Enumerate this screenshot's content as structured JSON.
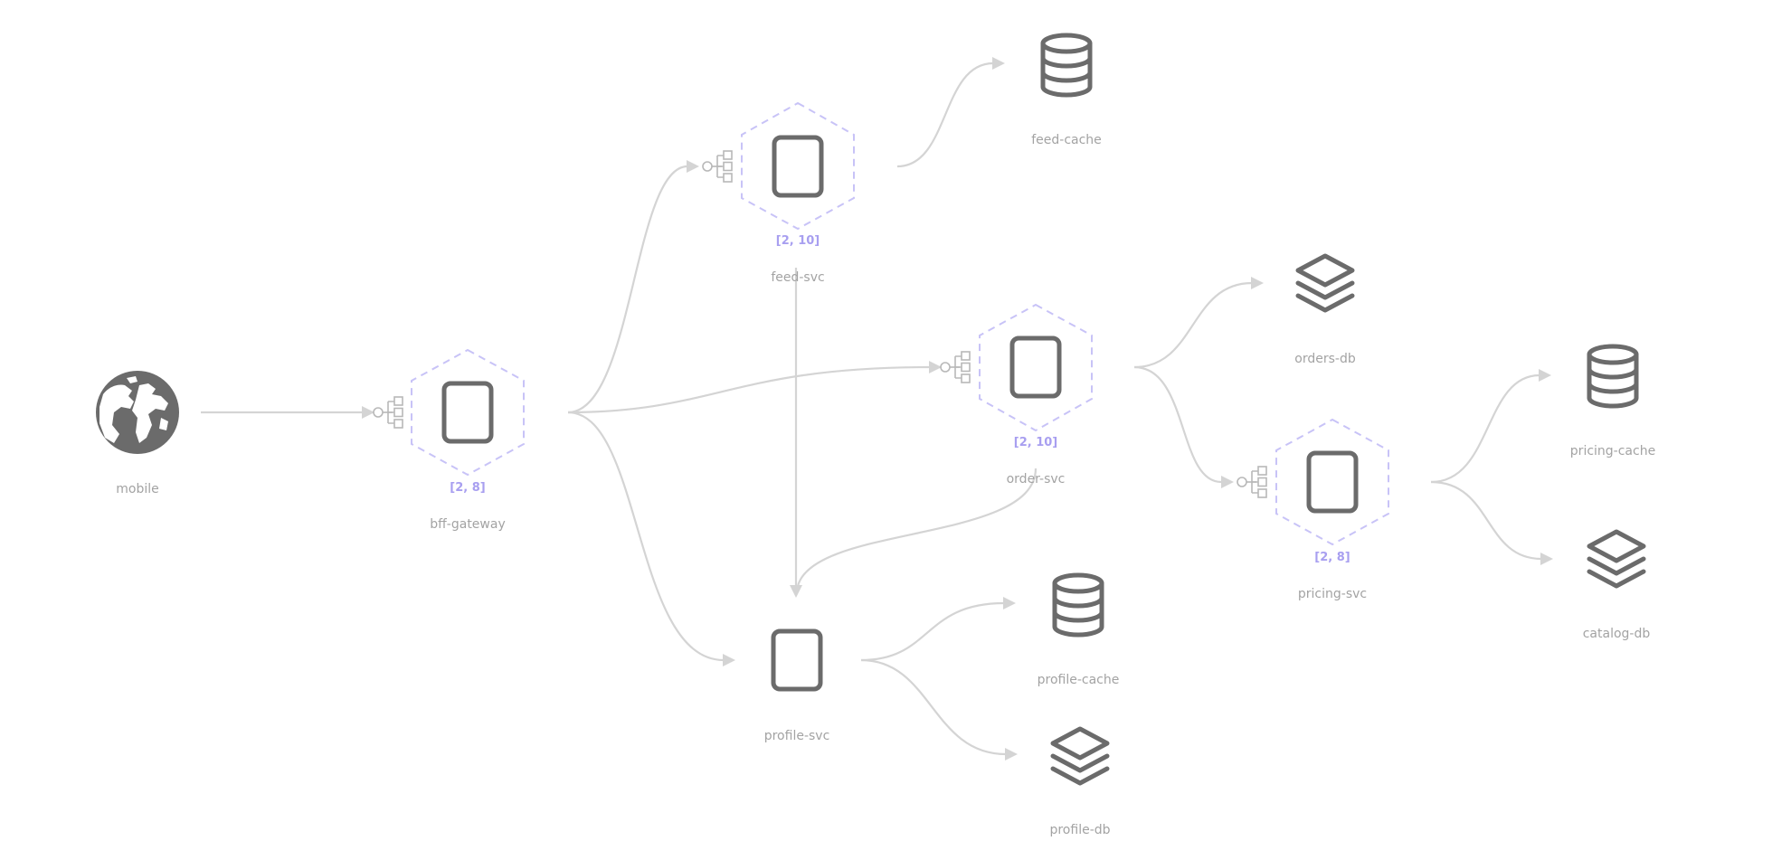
{
  "colors": {
    "edge": "#d4d4d4",
    "icon": "#6b6b6b",
    "label": "#a3a3a3",
    "replica_hex": "#c8c3f7",
    "replica_text": "#a89ff0"
  },
  "nodes": {
    "mobile": {
      "label": "mobile",
      "icon": "globe-icon"
    },
    "bff_gateway": {
      "label": "bff-gateway",
      "icon": "service-icon",
      "replicas": "[2, 8]"
    },
    "feed_svc": {
      "label": "feed-svc",
      "icon": "service-icon",
      "replicas": "[2, 10]"
    },
    "feed_cache": {
      "label": "feed-cache",
      "icon": "database-icon"
    },
    "order_svc": {
      "label": "order-svc",
      "icon": "service-icon",
      "replicas": "[2, 10]"
    },
    "orders_db": {
      "label": "orders-db",
      "icon": "layers-icon"
    },
    "pricing_svc": {
      "label": "pricing-svc",
      "icon": "service-icon",
      "replicas": "[2, 8]"
    },
    "pricing_cache": {
      "label": "pricing-cache",
      "icon": "database-icon"
    },
    "catalog_db": {
      "label": "catalog-db",
      "icon": "layers-icon"
    },
    "profile_svc": {
      "label": "profile-svc",
      "icon": "service-icon"
    },
    "profile_cache": {
      "label": "profile-cache",
      "icon": "database-icon"
    },
    "profile_db": {
      "label": "profile-db",
      "icon": "layers-icon"
    }
  },
  "edges": [
    {
      "from": "mobile",
      "to": "bff-gateway"
    },
    {
      "from": "bff-gateway",
      "to": "feed-svc"
    },
    {
      "from": "bff-gateway",
      "to": "order-svc"
    },
    {
      "from": "bff-gateway",
      "to": "profile-svc"
    },
    {
      "from": "feed-svc",
      "to": "feed-cache"
    },
    {
      "from": "feed-svc",
      "to": "profile-svc"
    },
    {
      "from": "order-svc",
      "to": "orders-db"
    },
    {
      "from": "order-svc",
      "to": "pricing-svc"
    },
    {
      "from": "order-svc",
      "to": "profile-svc"
    },
    {
      "from": "pricing-svc",
      "to": "pricing-cache"
    },
    {
      "from": "pricing-svc",
      "to": "catalog-db"
    },
    {
      "from": "profile-svc",
      "to": "profile-cache"
    },
    {
      "from": "profile-svc",
      "to": "profile-db"
    }
  ]
}
